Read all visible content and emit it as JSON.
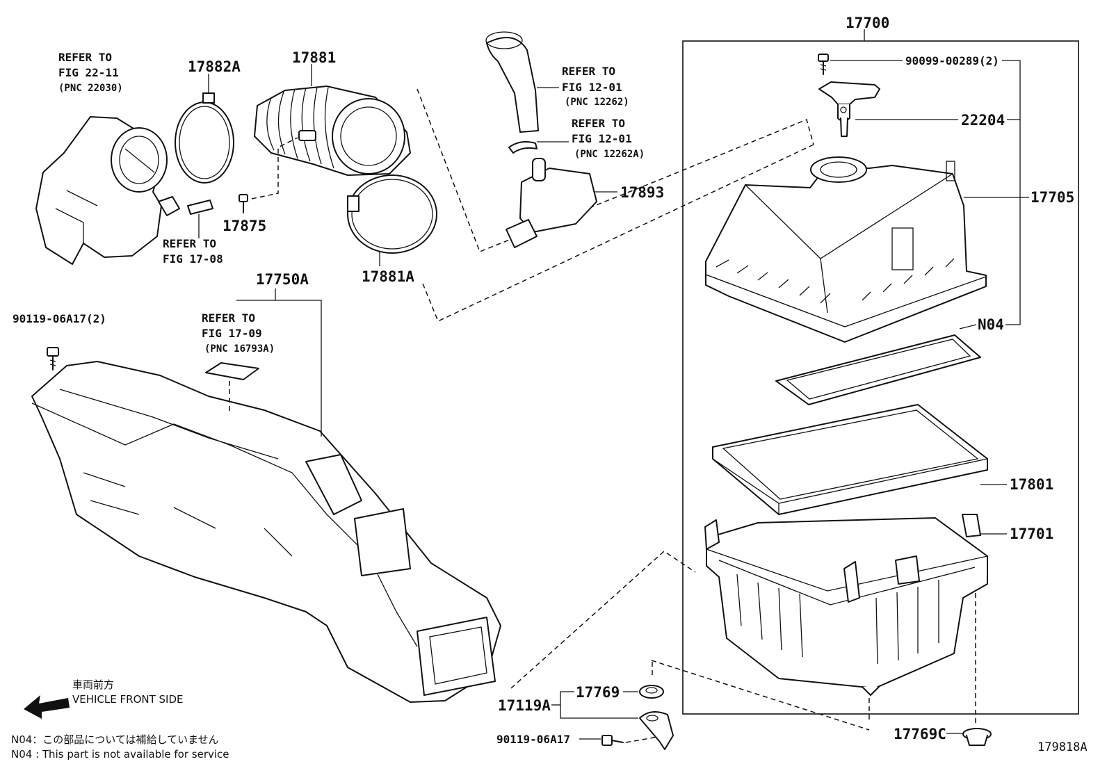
{
  "labels": {
    "p17700": "17700",
    "p90099": "90099-00289(2)",
    "p22204": "22204",
    "p17705": "17705",
    "pN04": "N04",
    "p17801": "17801",
    "p17701": "17701",
    "p17769": "17769",
    "p17119A": "17119A",
    "p90119b": "90119-06A17",
    "p17769C": "17769C",
    "p17881": "17881",
    "p17882A": "17882A",
    "p17875": "17875",
    "p17881A": "17881A",
    "p17893": "17893",
    "p17750A": "17750A",
    "p90119a": "90119-06A17(2)",
    "fig_id": "179818A"
  },
  "refs": {
    "r1": {
      "l1": "REFER TO",
      "l2": "FIG 22-11",
      "l3": "(PNC 22030)"
    },
    "r2": {
      "l1": "REFER TO",
      "l2": "FIG 17-08"
    },
    "r3": {
      "l1": "REFER TO",
      "l2": "FIG 12-01",
      "l3": "(PNC 12262)"
    },
    "r4": {
      "l1": "REFER TO",
      "l2": "FIG 12-01",
      "l3": "(PNC 12262A)"
    },
    "r5": {
      "l1": "REFER TO",
      "l2": "FIG 17-09",
      "l3": "(PNC 16793A)"
    }
  },
  "direction": {
    "jp": "車両前方",
    "en": "VEHICLE FRONT SIDE"
  },
  "notes": {
    "jp": "N04：この部品については補給していません",
    "en": "N04 : This part is not available for service"
  }
}
